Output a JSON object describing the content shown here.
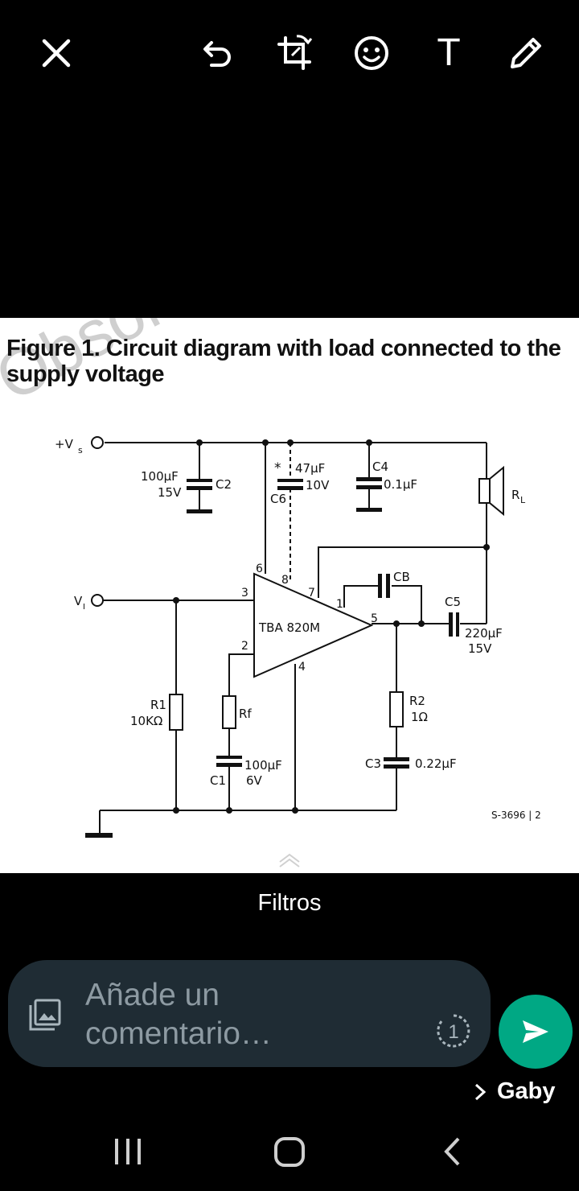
{
  "toolbar": {
    "icons": [
      "close-icon",
      "undo-icon",
      "crop-rotate-icon",
      "emoji-icon",
      "text-tool",
      "pencil-icon"
    ],
    "text_tool_label": "T"
  },
  "figure": {
    "title": "Figure 1. Circuit diagram with load connected to the\nsupply voltage",
    "watermark": "Obsolete P",
    "labels": {
      "vs": "+V",
      "vs_sub": "s",
      "vi": "V",
      "vi_sub": "I",
      "c2_value": "100µF",
      "c2_volt": "15V",
      "c2": "C2",
      "c6_star": "*",
      "c6_value": "47µF",
      "c6_volt": "10V",
      "c6": "C6",
      "c4": "C4",
      "c4_value": "0.1µF",
      "rl": "R",
      "rl_sub": "L",
      "ic": "TBA 820M",
      "pin1": "1",
      "pin2": "2",
      "pin3": "3",
      "pin4": "4",
      "pin5": "5",
      "pin6": "6",
      "pin7": "7",
      "pin8": "8",
      "cb": "CB",
      "c5": "C5",
      "c5_value": "220µF",
      "c5_volt": "15V",
      "r1": "R1",
      "r1_value": "10KΩ",
      "rf": "Rf",
      "c1_value": "100µF",
      "c1_volt": "6V",
      "c1": "C1",
      "r2": "R2",
      "r2_value": "1Ω",
      "c3": "C3",
      "c3_value": "0.22µF",
      "ref": "S-3696 | 2"
    }
  },
  "filters_label": "Filtros",
  "comment": {
    "placeholder": "Añade un\ncomentario…",
    "timer_label": "1"
  },
  "recipient": "Gaby",
  "colors": {
    "background": "#000000",
    "input_bg": "#1f2c34",
    "send_button": "#00a884",
    "placeholder": "#8d9aa2"
  }
}
